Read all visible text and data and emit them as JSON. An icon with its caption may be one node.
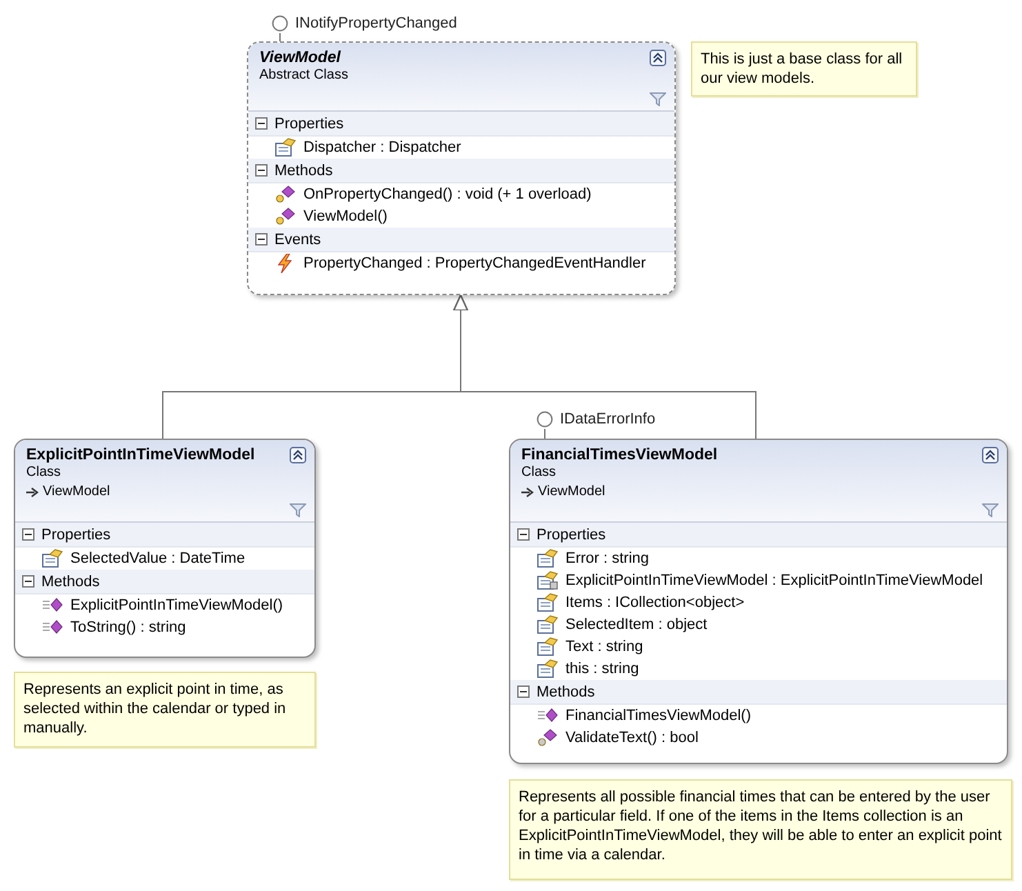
{
  "diagram": {
    "nodes": [
      {
        "text": [
          "INotifyPropertyChanged"
        ]
      },
      {
        "text": [
          "ViewModel",
          "Abstract Class"
        ]
      },
      {
        "text": [
          "Properties",
          "Dispatcher : Dispatcher"
        ],
        "in": 1
      },
      {
        "text": [
          "Methods",
          "OnPropertyChanged() : void (+ 1 overload)",
          "ViewModel()"
        ],
        "in": 1
      },
      {
        "text": [
          "Events",
          "PropertyChanged : PropertyChangedEventHandler"
        ],
        "in": 1
      },
      {
        "text": [
          "This is just a base class for all our view models."
        ]
      },
      {
        "text": [
          "ExplicitPointInTimeViewModel",
          "Class",
          "ViewModel"
        ]
      },
      {
        "text": [
          "Properties",
          "SelectedValue : DateTime"
        ],
        "in": 6
      },
      {
        "text": [
          "Methods",
          "ExplicitPointInTimeViewModel()",
          "ToString() : string"
        ],
        "in": 6
      },
      {
        "text": [
          "Represents an explicit point in time, as selected within the calendar or typed in manually."
        ]
      },
      {
        "text": [
          "IDataErrorInfo"
        ]
      },
      {
        "text": [
          "FinancialTimesViewModel",
          "Class",
          "ViewModel"
        ]
      },
      {
        "text": [
          "Properties",
          "Error : string",
          "ExplicitPointInTimeViewModel : ExplicitPointInTimeViewModel",
          "Items : ICollection<object>",
          "SelectedItem : object",
          "Text : string",
          "this : string"
        ],
        "in": 11
      },
      {
        "text": [
          "Methods",
          "FinancialTimesViewModel()",
          "ValidateText() : bool"
        ],
        "in": 11
      },
      {
        "text": [
          "Represents all possible financial times that can be entered by the user for a particular field. If one of the items in the Items collection is an ExplicitPointInTimeViewModel, they will be able to enter an explicit point in time via a calendar."
        ]
      }
    ],
    "edges": [
      {
        "from": 1,
        "to": 0,
        "arrow": "none"
      },
      {
        "from": 6,
        "to": 1,
        "arrow": "to"
      },
      {
        "from": 11,
        "to": 1,
        "arrow": "to"
      },
      {
        "from": 11,
        "to": 10,
        "arrow": "none"
      }
    ]
  }
}
